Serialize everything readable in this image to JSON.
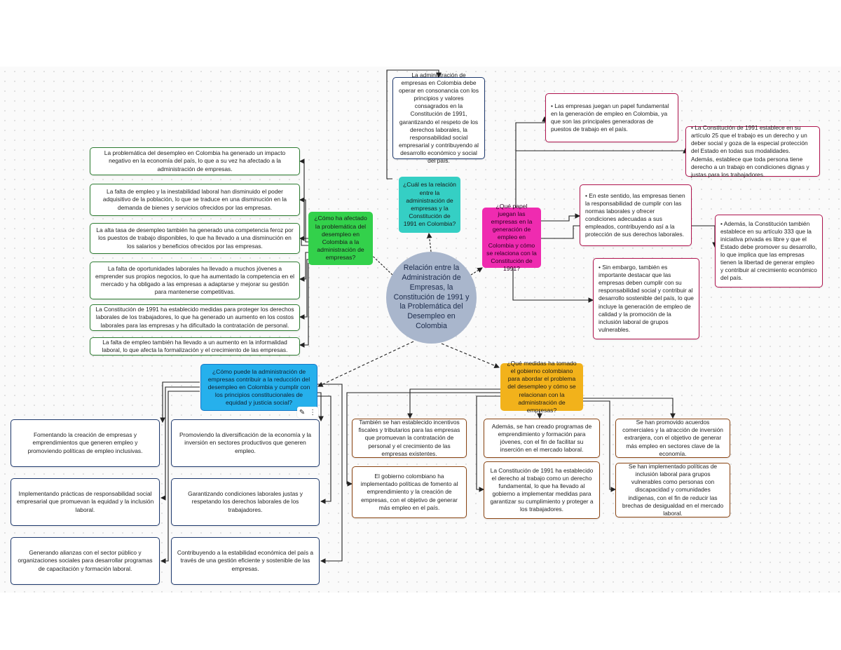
{
  "central": "Relación entre la Administración de Empresas, la Constitución de 1991 y la Problemática del Desempleo en Colombia",
  "branch_green": {
    "title": "¿Cómo ha afectado la problemática del desempleo en Colombia a la administración de empresas?",
    "items": [
      "La problemática del desempleo en Colombia ha generado un impacto negativo en la economía del país, lo que a su vez ha afectado a la administración de empresas.",
      "La falta de empleo y la inestabilidad laboral han disminuido el poder adquisitivo de la población, lo que se traduce en una disminución en la demanda de bienes y servicios ofrecidos por las empresas.",
      "La alta tasa de desempleo también ha generado una competencia feroz por los puestos de trabajo disponibles, lo que ha llevado a una disminución en los salarios y beneficios ofrecidos por las empresas.",
      "La falta de oportunidades laborales ha llevado a muchos jóvenes a emprender sus propios negocios, lo que ha aumentado la competencia en el mercado y ha obligado a las empresas a adaptarse y mejorar su gestión para mantenerse competitivas.",
      "La Constitución de 1991 ha establecido medidas para proteger los derechos laborales de los trabajadores, lo que ha generado un aumento en los costos laborales para las empresas y ha dificultado la contratación de personal.",
      "La falta de empleo también ha llevado a un aumento en la informalidad laboral, lo que afecta la formalización y el crecimiento de las empresas."
    ]
  },
  "branch_teal": {
    "title": "¿Cuál es la relación entre la administración de empresas y la Constitución de 1991 en Colombia?",
    "item": "La administración de empresas en Colombia debe operar en consonancia con los principios y valores consagrados en la Constitución de 1991, garantizando el respeto de los derechos laborales, la responsabilidad social empresarial y contribuyendo al desarrollo económico y social del país."
  },
  "branch_pink": {
    "title": "¿Qué papel juegan las empresas en la generación de empleo en Colombia y cómo se relaciona con la Constitución de 1991?",
    "items": [
      "• Las empresas juegan un papel fundamental en la generación de empleo en Colombia, ya que son las principales generadoras de puestos de trabajo en el país.",
      "• La Constitución de 1991 establece en su artículo 25 que el trabajo es un derecho y un deber social y goza de la especial protección del Estado en todas sus modalidades. Además, establece que toda persona tiene derecho a un trabajo en condiciones dignas y justas para los trabajadores.",
      "• En este sentido, las empresas tienen la responsabilidad de cumplir con las normas laborales y ofrecer condiciones adecuadas a sus empleados, contribuyendo así a la protección de sus derechos laborales.",
      "• Además, la Constitución también establece en su artículo 333 que la iniciativa privada es libre y que el Estado debe promover su desarrollo, lo que implica que las empresas tienen la libertad de generar empleo y contribuir al crecimiento económico del país.",
      "• Sin embargo, también es importante destacar que las empresas deben cumplir con su responsabilidad social y contribuir al desarrollo sostenible del país, lo que incluye la generación de empleo de calidad y la promoción de la inclusión laboral de grupos vulnerables."
    ]
  },
  "branch_blue": {
    "title": "¿Cómo puede la administración de empresas contribuir a la reducción del desempleo en Colombia y cumplir con los principios constitucionales de equidad y justicia social?",
    "items": [
      "Fomentando la creación de empresas y emprendimientos que generen empleo y promoviendo políticas de empleo inclusivas.",
      "Implementando prácticas de responsabilidad social empresarial que promuevan la equidad y la inclusión laboral.",
      "Generando alianzas con el sector público y organizaciones sociales para desarrollar programas de capacitación y formación laboral.",
      "Promoviendo la diversificación de la economía y la inversión en sectores productivos que generen empleo.",
      "Garantizando condiciones laborales justas y respetando los derechos laborales de los trabajadores.",
      "Contribuyendo a la estabilidad económica del país a través de una gestión eficiente y sostenible de las empresas."
    ]
  },
  "branch_orange": {
    "title": "¿Qué medidas ha tomado el gobierno colombiano para abordar el problema del desempleo y cómo se relacionan con la administración de empresas?",
    "items": [
      "También se han establecido incentivos fiscales y tributarios para las empresas que promuevan la contratación de personal y el crecimiento de las empresas existentes.",
      "Además, se han creado programas de emprendimiento y formación para jóvenes, con el fin de facilitar su inserción en el mercado laboral.",
      "Se han promovido acuerdos comerciales y la atracción de inversión extranjera, con el objetivo de generar más empleo en sectores clave de la economía.",
      "El gobierno colombiano ha implementado políticas de fomento al emprendimiento y la creación de empresas, con el objetivo de generar más empleo en el país.",
      "La Constitución de 1991 ha establecido el derecho al trabajo como un derecho fundamental, lo que ha llevado al gobierno a implementar medidas para garantizar su cumplimiento y proteger a los trabajadores.",
      "Se han implementado políticas de inclusión laboral para grupos vulnerables como personas con discapacidad y comunidades indígenas, con el fin de reducir las brechas de desigualdad en el mercado laboral."
    ]
  },
  "colors": {
    "green": "#33d14b",
    "teal": "#35cfc4",
    "pink": "#ef2bb0",
    "blue": "#26b0ec",
    "orange": "#f2b21b",
    "central": "#a9b6cc"
  }
}
